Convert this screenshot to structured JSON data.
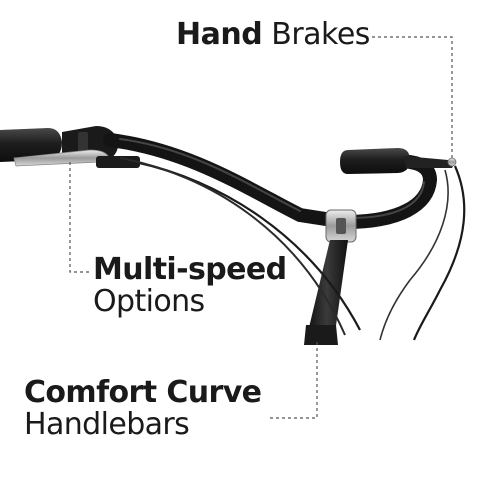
{
  "labels": {
    "hand_brakes": {
      "bold": "Hand",
      "light": "Brakes"
    },
    "multi_speed": {
      "bold": "Multi-speed",
      "light": "Options"
    },
    "comfort_curve": {
      "bold": "Comfort Curve",
      "light": "Handlebars"
    }
  },
  "colors": {
    "ink": "#1a1a1a",
    "bar": "#141414",
    "grip": "#2a2a2a",
    "chrome": "#b8b8b8",
    "leader": "#555555"
  }
}
